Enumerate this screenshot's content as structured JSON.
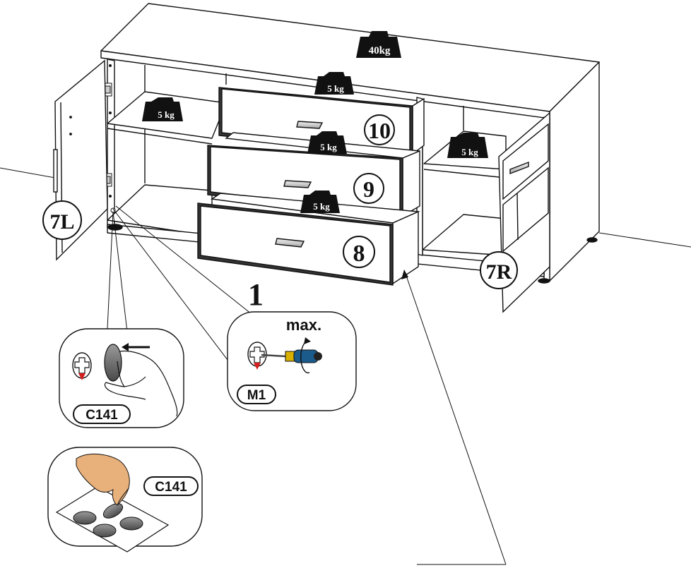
{
  "weights": {
    "top": "40kg",
    "drawer_10": "5 kg",
    "drawer_9": "5 kg",
    "drawer_8": "5 kg",
    "shelf_left": "5 kg",
    "shelf_right": "5 kg"
  },
  "drawers": {
    "top": "10",
    "middle": "9",
    "bottom": "8"
  },
  "doors": {
    "left": "7L",
    "right": "7R"
  },
  "step_number": "1",
  "callout_m1": {
    "label": "M1",
    "torque_note": "max."
  },
  "callout_c141_hand": {
    "label": "C141"
  },
  "callout_c141_sheet": {
    "label": "C141"
  },
  "colors": {
    "line": "#111111",
    "weight_fill": "#111111",
    "shadow": "#6b6b6b",
    "hand": "#e8b07a",
    "screwdriver_handle": "#d9b000",
    "arrow_red": "#d61f1f"
  }
}
